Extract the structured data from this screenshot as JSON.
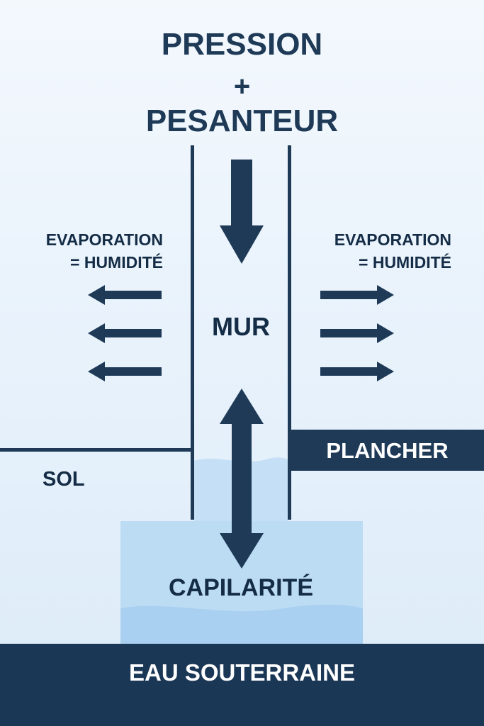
{
  "title": {
    "line1": "PRESSION",
    "plus": "+",
    "line2": "PESANTEUR"
  },
  "evaporation_left": {
    "line1": "EVAPORATION",
    "line2": "= HUMIDITÉ"
  },
  "evaporation_right": {
    "line1": "EVAPORATION",
    "line2": "= HUMIDITÉ"
  },
  "labels": {
    "wall": "MUR",
    "ground": "SOL",
    "floor": "PLANCHER",
    "capillarity": "CAPILARITÉ",
    "groundwater": "EAU SOUTERRAINE"
  },
  "colors": {
    "navy": "#1e3a57",
    "water": "#b9d9f2",
    "water_dark": "#a6cdee",
    "background": "#eaf3fb"
  }
}
